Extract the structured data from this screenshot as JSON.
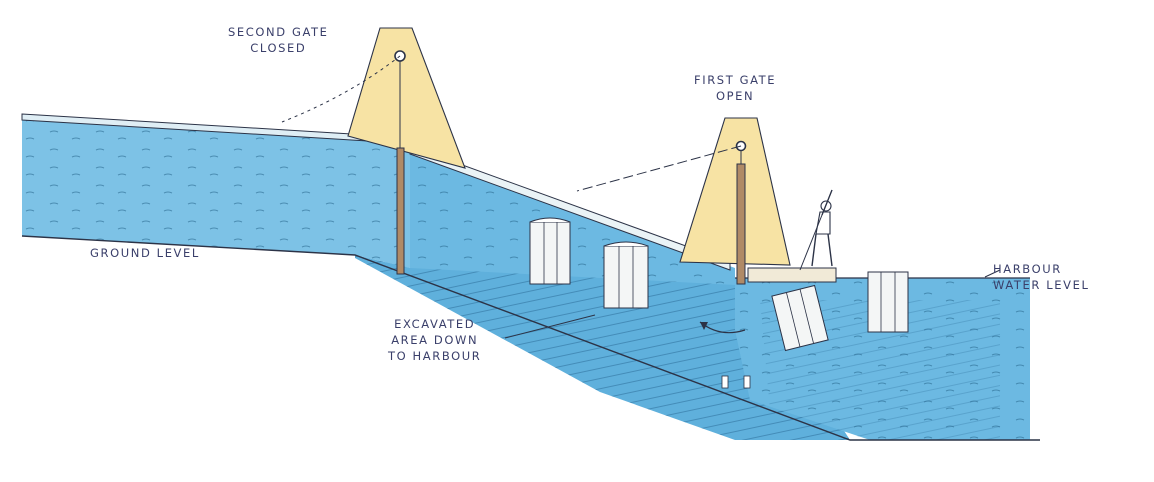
{
  "labels": {
    "second_gate": "SECOND GATE\nCLOSED",
    "first_gate": "FIRST GATE\nOPEN",
    "ground_level": "GROUND LEVEL",
    "harbour_level": "HARBOUR\nWATER LEVEL",
    "excavated": "EXCAVATED\nAREA DOWN\nTO HARBOUR"
  },
  "colors": {
    "water": "#7dc2e6",
    "water_dark": "#4ba3d3",
    "gate": "#f7e3a4",
    "outline": "#2c3347",
    "text": "#3a3f6a",
    "stone": "#eef1ef"
  }
}
